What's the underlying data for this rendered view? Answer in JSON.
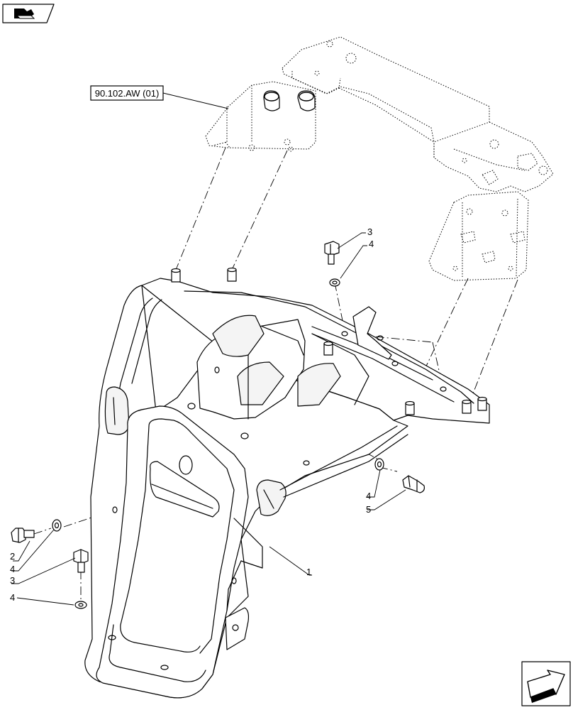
{
  "reference": {
    "label": "90.102.AW (01)"
  },
  "callouts": [
    {
      "id": "c1",
      "text": "1"
    },
    {
      "id": "c2",
      "text": "2"
    },
    {
      "id": "c3a",
      "text": "3"
    },
    {
      "id": "c3b",
      "text": "3"
    },
    {
      "id": "c4a",
      "text": "4"
    },
    {
      "id": "c4b",
      "text": "4"
    },
    {
      "id": "c4c",
      "text": "4"
    },
    {
      "id": "c4d",
      "text": "4"
    },
    {
      "id": "c5",
      "text": "5"
    }
  ],
  "icons": {
    "top_left": "book-arrow-icon",
    "bottom_right": "next-page-arrow-icon"
  }
}
